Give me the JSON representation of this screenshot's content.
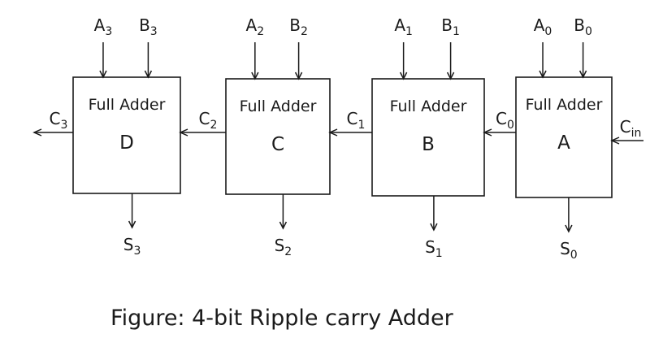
{
  "caption": "Figure: 4-bit Ripple carry Adder",
  "blocks": [
    {
      "title": "Full Adder",
      "name": "D",
      "in_a": "A3",
      "in_b": "B3",
      "carry_out": "C3",
      "sum": "S3"
    },
    {
      "title": "Full Adder",
      "name": "C",
      "in_a": "A2",
      "in_b": "B2",
      "carry_out": "C2",
      "sum": "S2"
    },
    {
      "title": "Full Adder",
      "name": "B",
      "in_a": "A1",
      "in_b": "B1",
      "carry_out": "C1",
      "sum": "S1"
    },
    {
      "title": "Full Adder",
      "name": "A",
      "in_a": "A0",
      "in_b": "B0",
      "carry_out": "C0",
      "sum": "S0"
    }
  ],
  "carry_in": "Cin"
}
